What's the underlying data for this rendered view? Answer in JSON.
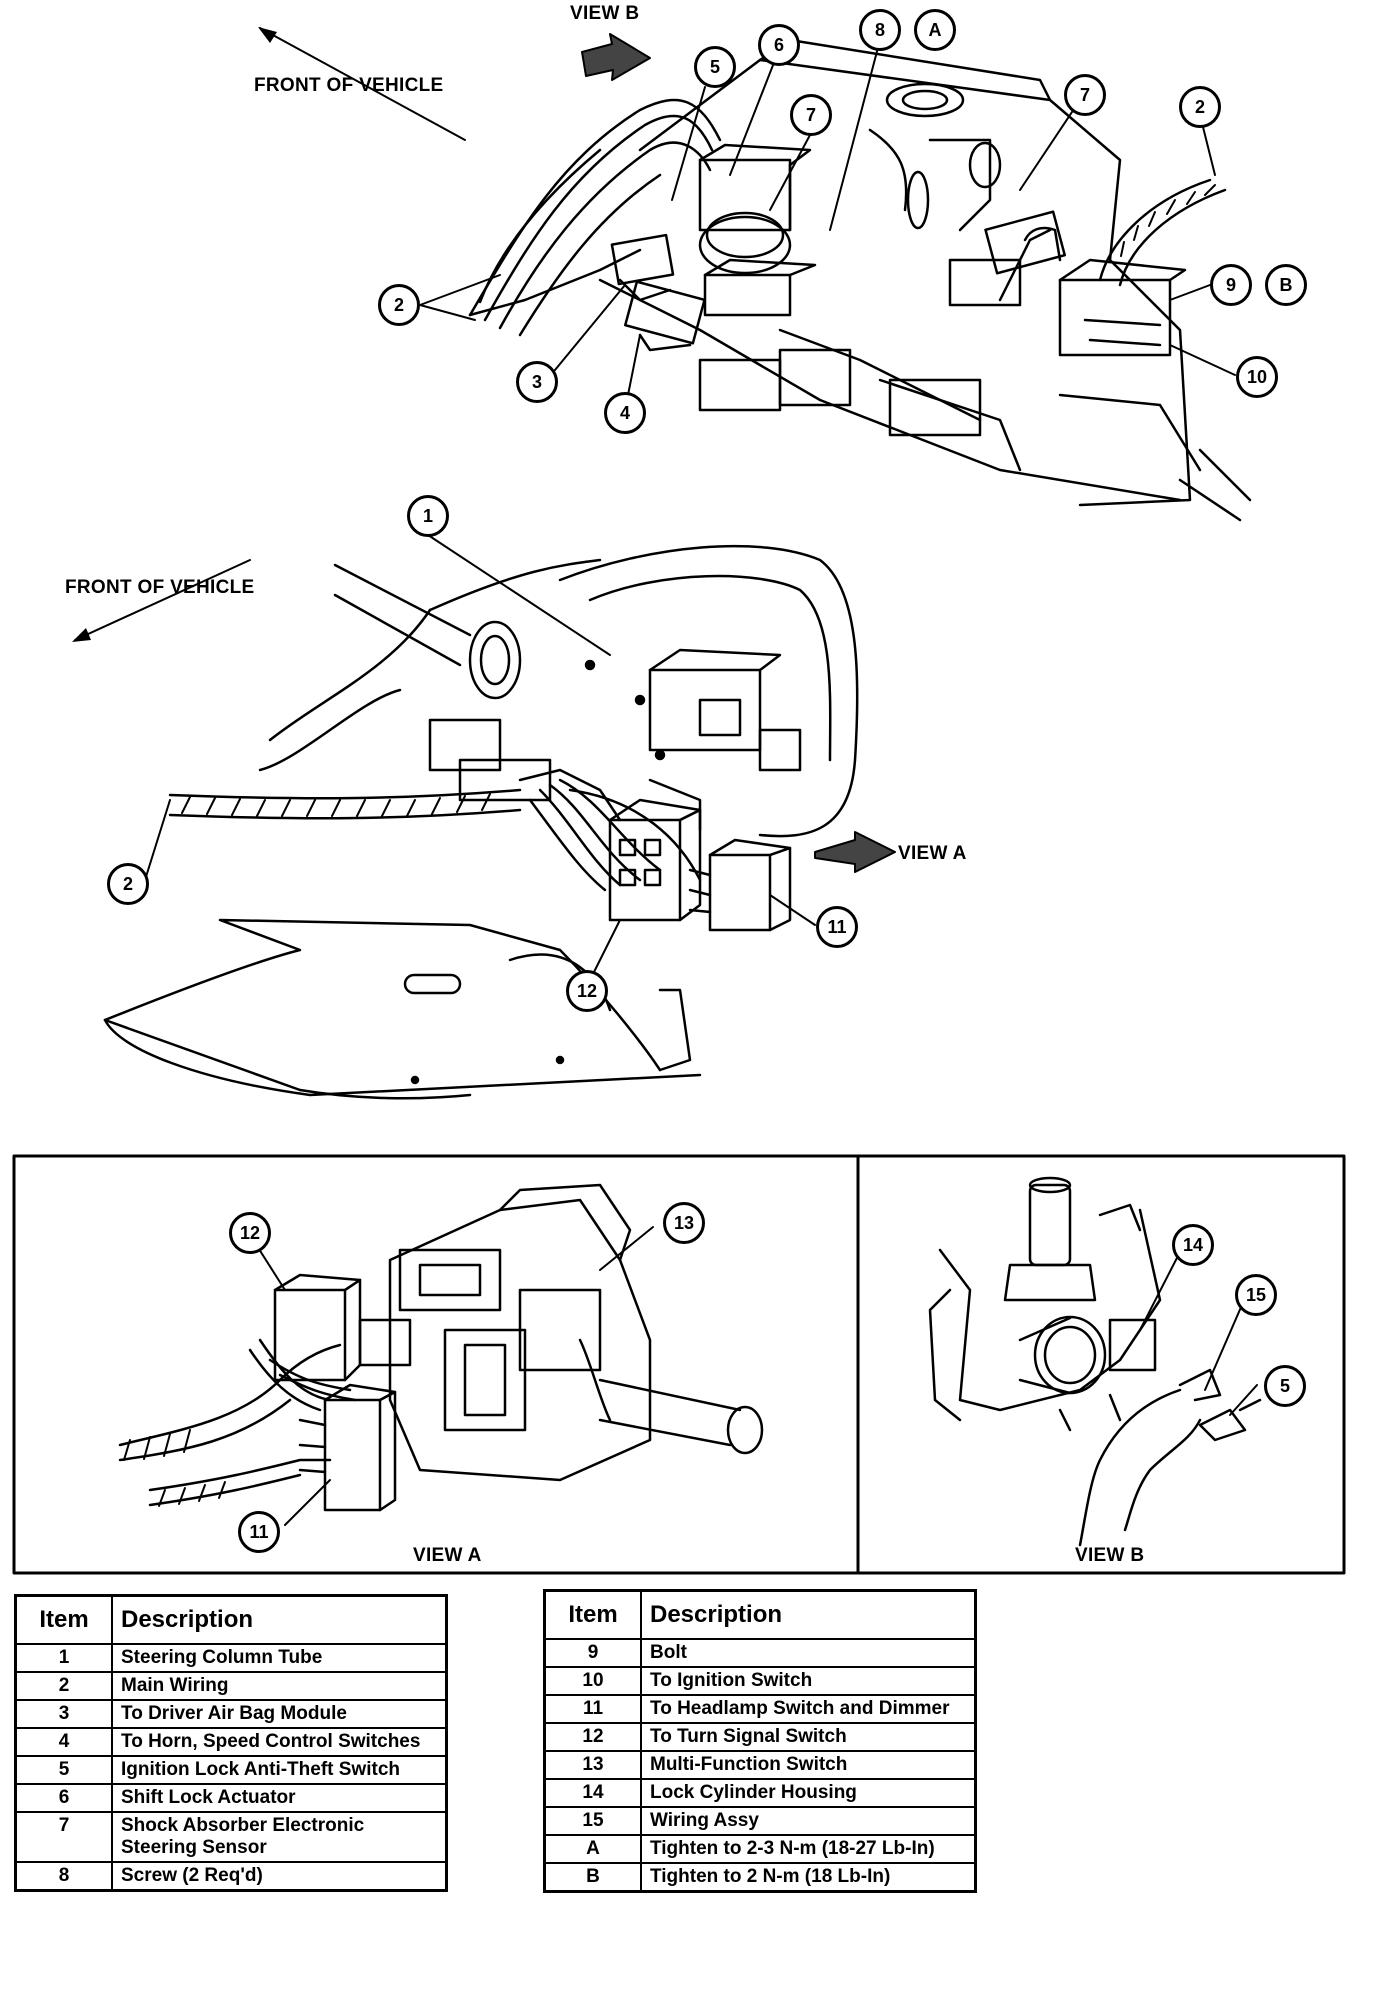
{
  "labels": {
    "front_of_vehicle_top": "FRONT OF VEHICLE",
    "front_of_vehicle_mid": "FRONT OF VEHICLE",
    "view_b_top": "VIEW B",
    "view_a_mid": "VIEW A",
    "view_a_caption": "VIEW A",
    "view_b_caption": "VIEW B"
  },
  "callouts": {
    "top": [
      "5",
      "6",
      "8",
      "A",
      "7",
      "7",
      "2",
      "2",
      "3",
      "4",
      "9",
      "B",
      "10"
    ],
    "middle": [
      "1",
      "2",
      "11",
      "12"
    ],
    "view_a": [
      "12",
      "13",
      "11"
    ],
    "view_b": [
      "14",
      "15",
      "5"
    ]
  },
  "legend": {
    "header_item": "Item",
    "header_description": "Description",
    "left_rows": [
      {
        "item": "1",
        "description": "Steering Column Tube"
      },
      {
        "item": "2",
        "description": "Main Wiring"
      },
      {
        "item": "3",
        "description": "To Driver Air Bag Module"
      },
      {
        "item": "4",
        "description": "To Horn, Speed Control Switches"
      },
      {
        "item": "5",
        "description": "Ignition Lock Anti-Theft Switch"
      },
      {
        "item": "6",
        "description": "Shift Lock Actuator"
      },
      {
        "item": "7",
        "description": "Shock Absorber Electronic Steering Sensor"
      },
      {
        "item": "8",
        "description": "Screw (2 Req'd)"
      }
    ],
    "right_rows": [
      {
        "item": "9",
        "description": "Bolt"
      },
      {
        "item": "10",
        "description": "To Ignition Switch"
      },
      {
        "item": "11",
        "description": "To Headlamp Switch and Dimmer"
      },
      {
        "item": "12",
        "description": "To Turn Signal Switch"
      },
      {
        "item": "13",
        "description": "Multi-Function Switch"
      },
      {
        "item": "14",
        "description": "Lock Cylinder Housing"
      },
      {
        "item": "15",
        "description": "Wiring Assy"
      },
      {
        "item": "A",
        "description": "Tighten to 2-3 N-m (18-27 Lb-In)"
      },
      {
        "item": "B",
        "description": "Tighten to 2 N-m (18 Lb-In)"
      }
    ]
  }
}
